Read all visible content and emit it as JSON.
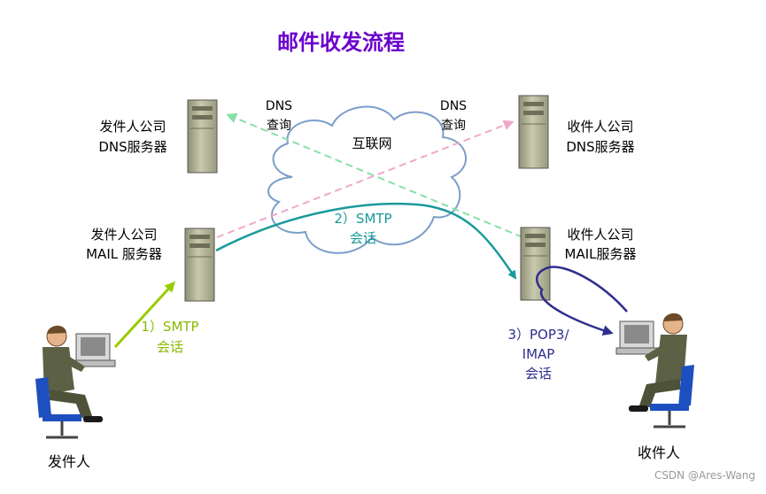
{
  "title": "邮件收发流程",
  "cloud": {
    "label": "互联网"
  },
  "dns_query_left": {
    "line1": "DNS",
    "line2": "查询"
  },
  "dns_query_right": {
    "line1": "DNS",
    "line2": "查询"
  },
  "sender_dns": {
    "line1": "发件人公司",
    "line2": "DNS服务器"
  },
  "receiver_dns": {
    "line1": "收件人公司",
    "line2": "DNS服务器"
  },
  "sender_mail": {
    "line1": "发件人公司",
    "line2": "MAIL 服务器"
  },
  "receiver_mail": {
    "line1": "收件人公司",
    "line2": "MAIL服务器"
  },
  "step1": {
    "line1": "1）SMTP",
    "line2": "会话"
  },
  "step2": {
    "line1": "2）SMTP",
    "line2": "会话"
  },
  "step3": {
    "line1": "3）POP3/",
    "line2": "IMAP",
    "line3": "会话"
  },
  "sender_person": "发件人",
  "receiver_person": "收件人",
  "watermark": "CSDN @Ares-Wang",
  "colors": {
    "title": "#6a00cc",
    "smtp1": "#99cc00",
    "smtp2": "#1a9a9a",
    "pop3": "#2e2e8e",
    "dns_green": "#88e0a8",
    "dns_pink": "#f0a8c8",
    "server": "#b5b59a",
    "person_suit": "#5c6044",
    "chair": "#1e4fbf"
  }
}
